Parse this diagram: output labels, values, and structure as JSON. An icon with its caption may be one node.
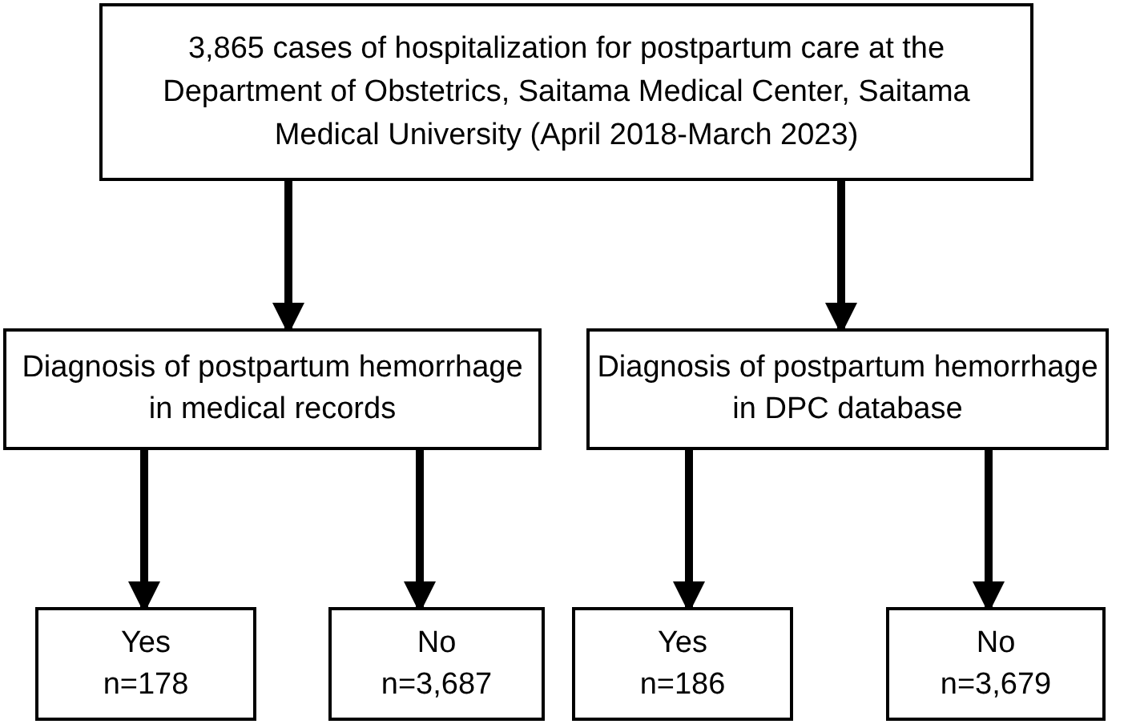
{
  "diagram": {
    "nodes": [
      {
        "text": [
          "3,865 cases of hospitalization for postpartum care at the Department of Obstetrics, Saitama Medical Center, Saitama Medical University (April 2018-March 2023)"
        ]
      },
      {
        "text": [
          "Diagnosis of postpartum hemorrhage in medical records"
        ]
      },
      {
        "text": [
          "Diagnosis of postpartum hemorrhage in DPC database"
        ]
      },
      {
        "text": [
          "Yes",
          "n=178"
        ]
      },
      {
        "text": [
          "No",
          "n=3,687"
        ]
      },
      {
        "text": [
          "Yes",
          "n=186"
        ]
      },
      {
        "text": [
          "No",
          "n=3,679"
        ]
      }
    ],
    "edges": [
      {
        "from": 0,
        "to": 1,
        "arrow": "to"
      },
      {
        "from": 0,
        "to": 2,
        "arrow": "to"
      },
      {
        "from": 1,
        "to": 3,
        "arrow": "to"
      },
      {
        "from": 1,
        "to": 4,
        "arrow": "to"
      },
      {
        "from": 2,
        "to": 5,
        "arrow": "to"
      },
      {
        "from": 2,
        "to": 6,
        "arrow": "to"
      }
    ]
  }
}
